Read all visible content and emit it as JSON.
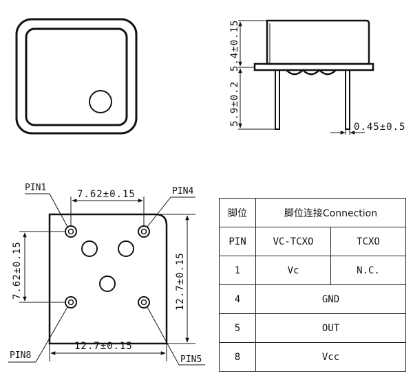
{
  "dimensions": {
    "height_top": "5.4±0.15",
    "height_bottom": "5.9±0.2",
    "pin_diameter": "0.45±0.5",
    "pin_pitch_top": "7.62±0.15",
    "pin_pitch_left": "7.62±0.15",
    "body_height": "12.7±0.15",
    "body_width": "12.7±0.15"
  },
  "pins": {
    "pin1": "PIN1",
    "pin4": "PIN4",
    "pin5": "PIN5",
    "pin8": "PIN8"
  },
  "table": {
    "header_left": "脚位",
    "header_right": "脚位连接Connection",
    "pin_col": "PIN",
    "col_vctcxo": "VC-TCXO",
    "col_tcxo": "TCXO",
    "rows": [
      {
        "pin": "1",
        "vctcxo": "Vc",
        "tcxo": "N.C."
      },
      {
        "pin": "4",
        "value": "GND"
      },
      {
        "pin": "5",
        "value": "OUT"
      },
      {
        "pin": "8",
        "value": "Vcc"
      }
    ]
  }
}
